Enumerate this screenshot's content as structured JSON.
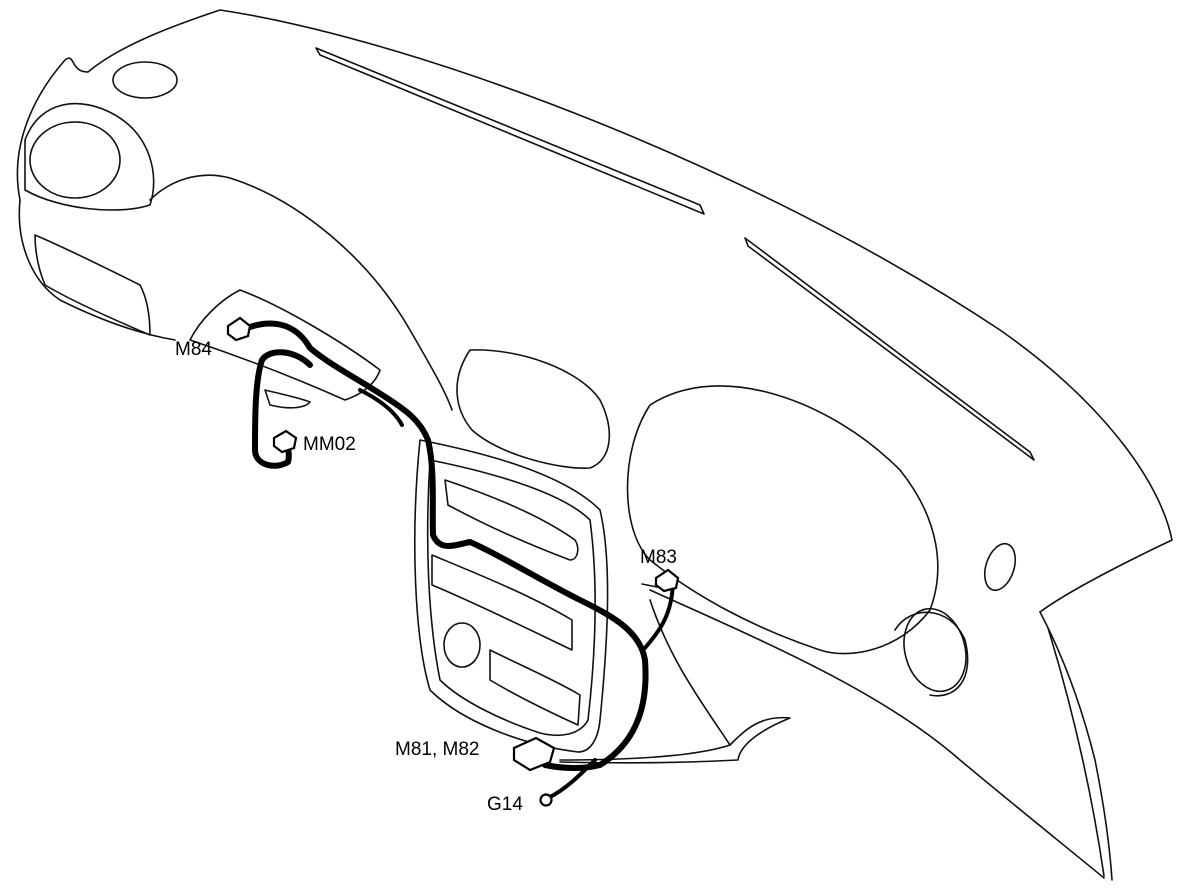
{
  "labels": {
    "m84": "M84",
    "mm02": "MM02",
    "m83": "M83",
    "m81_m82": "M81, M82",
    "g14": "G14"
  }
}
